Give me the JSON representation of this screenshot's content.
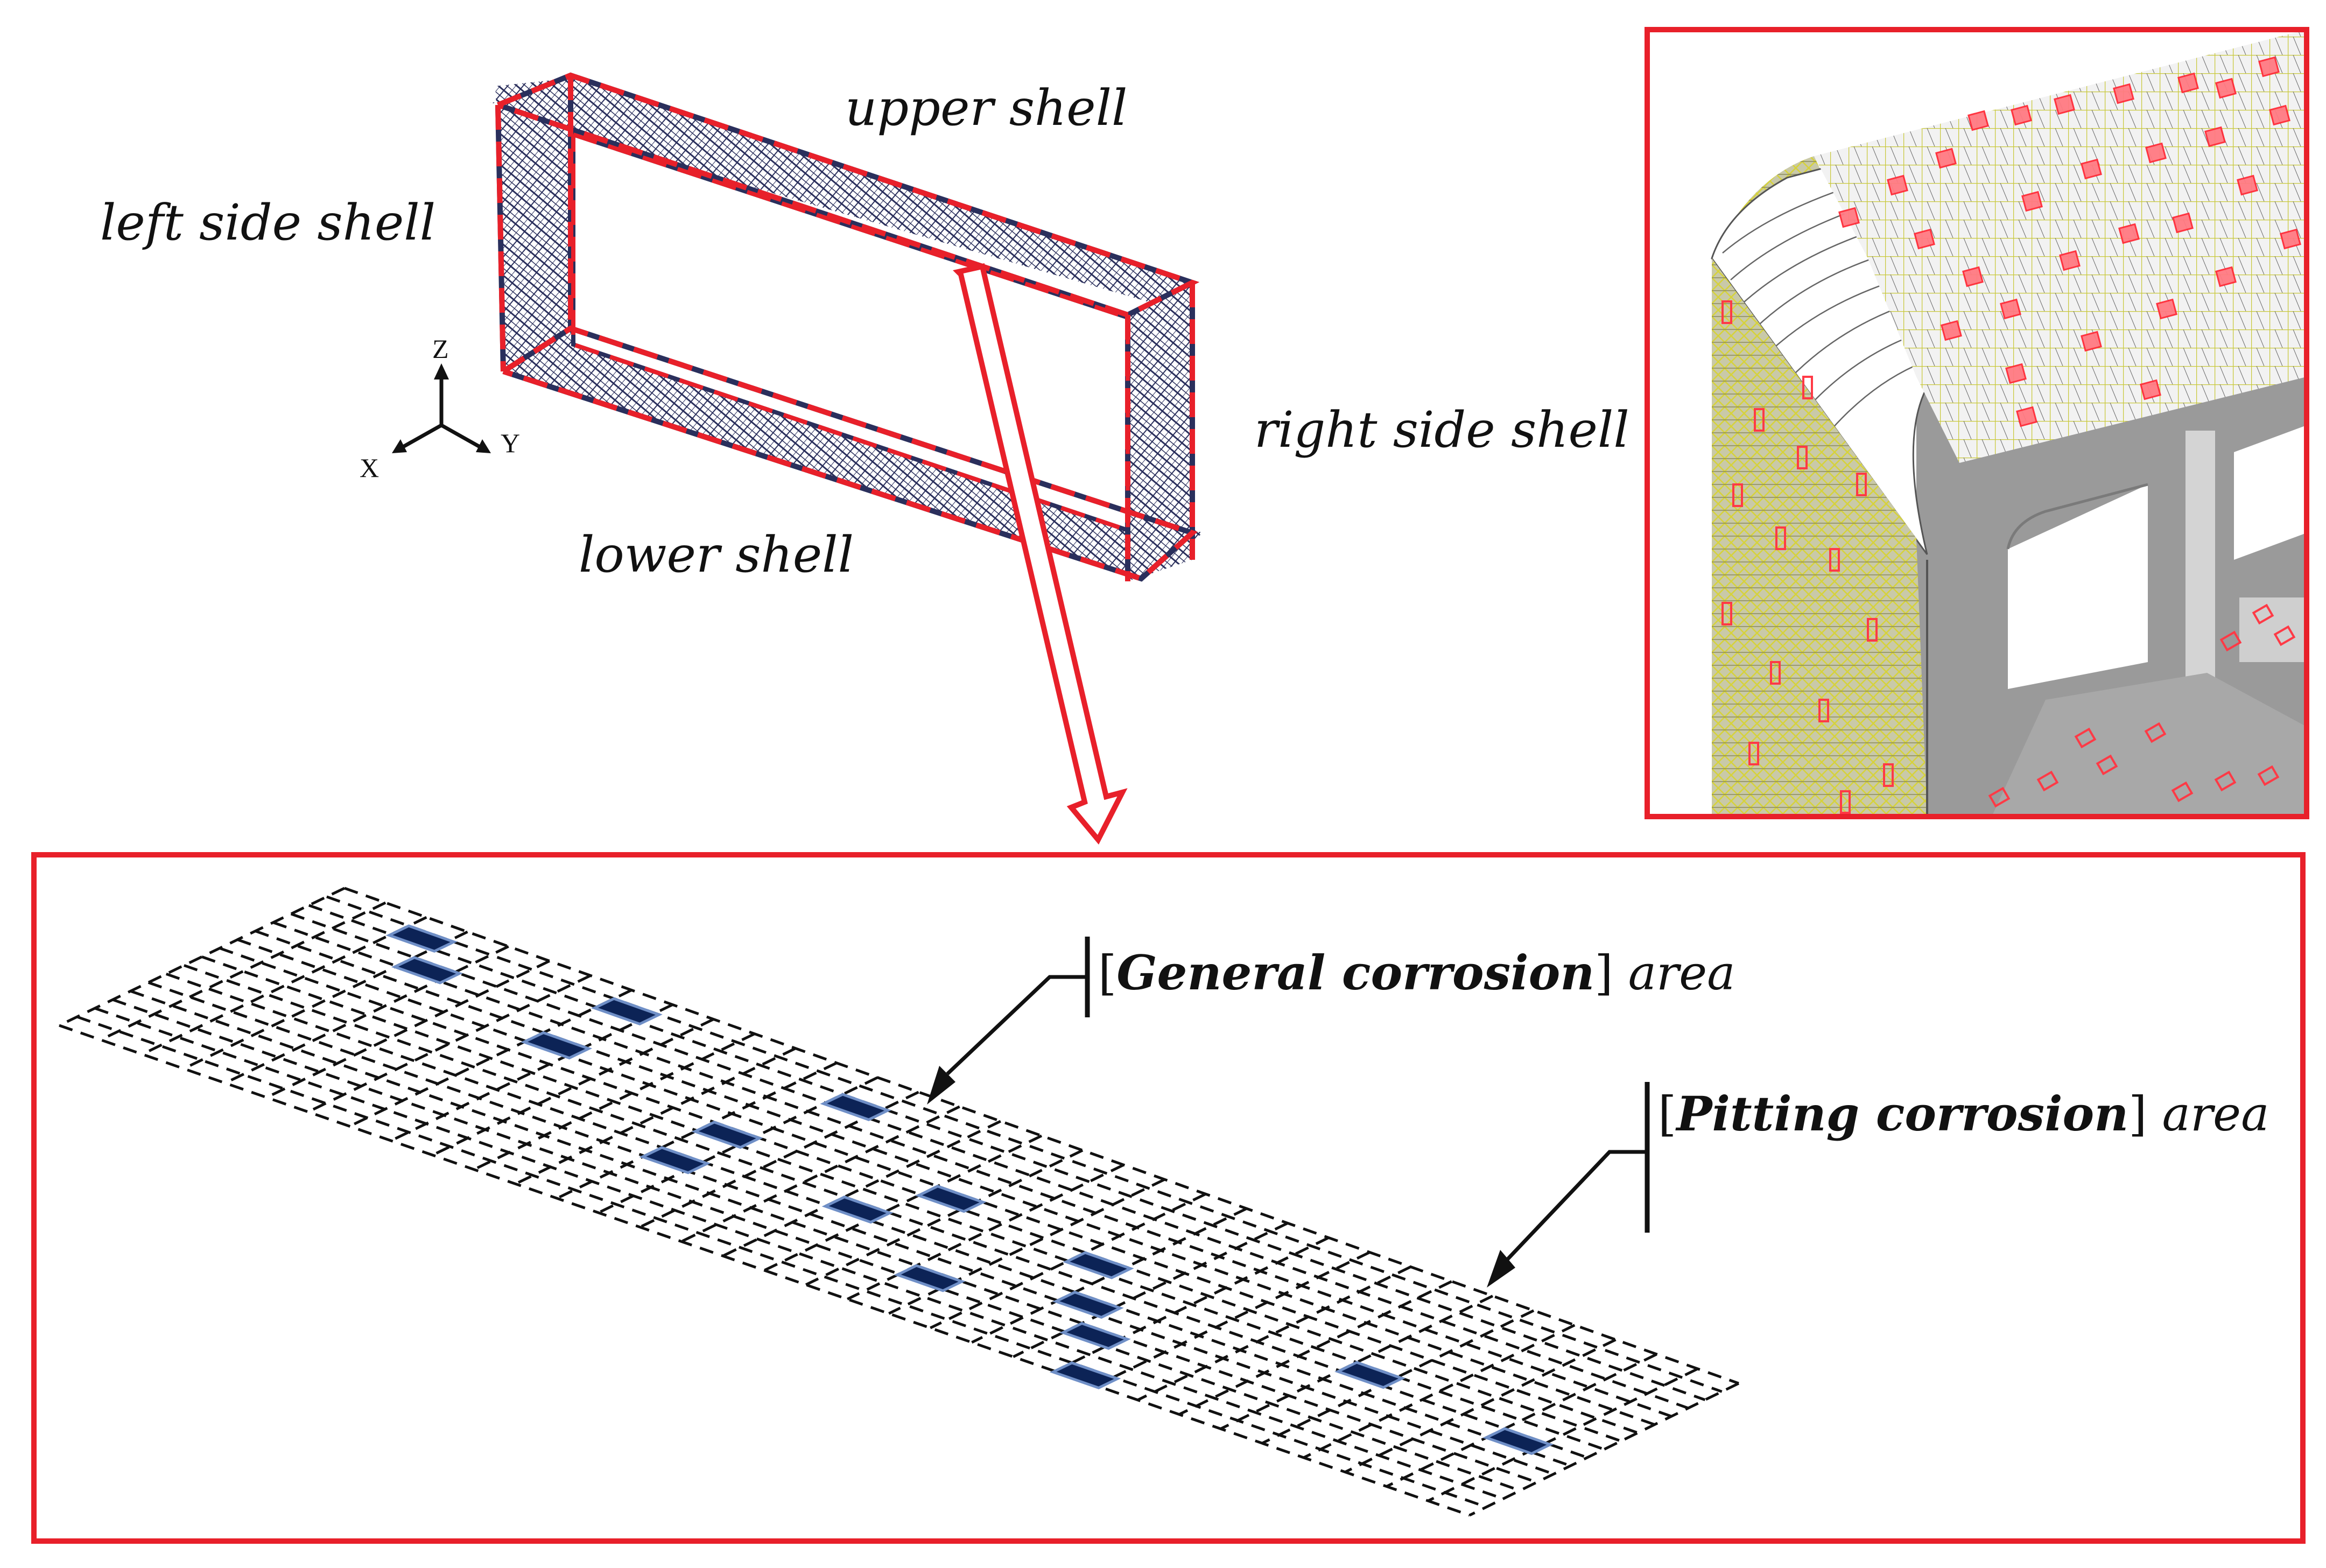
{
  "labels": {
    "upper_shell": "upper shell",
    "left_side_shell": "left side shell",
    "right_side_shell": "right side shell",
    "lower_shell": "lower shell"
  },
  "axes": {
    "z": "Z",
    "x": "X",
    "y": "Y"
  },
  "callouts": {
    "general": {
      "open": "[",
      "term": "General corrosion",
      "close": "]",
      "suffix": " area"
    },
    "pitting": {
      "open": "[",
      "term": "Pitting corrosion",
      "close": "]",
      "suffix": " area"
    }
  },
  "colors": {
    "frame_red": "#e8202a",
    "hatch_navy": "#2a2f5c",
    "pit_fill": "#0c2356",
    "pit_edge": "#6f8fc7",
    "fe_gray": "#9a9a9a",
    "fe_light": "#f0f0f0",
    "fe_mesh": "#c8c83a"
  },
  "pits": [
    [
      2,
      1
    ],
    [
      7,
      1
    ],
    [
      13,
      2
    ],
    [
      3,
      3
    ],
    [
      7,
      5
    ],
    [
      12,
      7
    ],
    [
      17,
      6
    ],
    [
      21,
      7
    ],
    [
      12,
      10
    ],
    [
      16,
      9
    ],
    [
      22,
      10
    ],
    [
      28,
      8
    ],
    [
      19,
      12
    ],
    [
      23,
      12
    ],
    [
      24,
      15
    ],
    [
      32,
      9
    ]
  ],
  "grid": {
    "cols": 34,
    "rows": 16
  }
}
